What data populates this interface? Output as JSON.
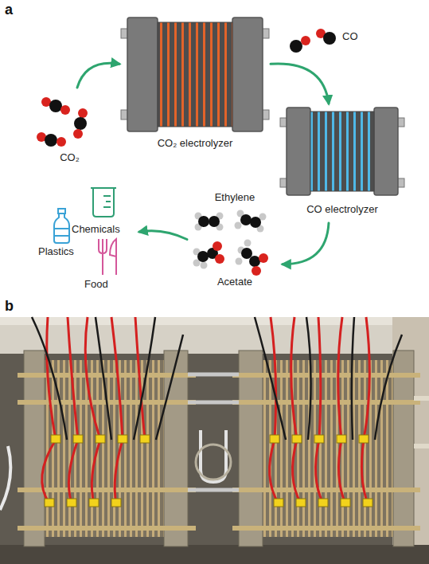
{
  "diagram": {
    "nodes": [
      {
        "text": [
          "CO₂"
        ]
      },
      {
        "text": [
          "CO₂ electrolyzer"
        ]
      },
      {
        "text": [
          "CO electrolyzer"
        ]
      },
      {
        "text": [
          "Ethylene",
          "Acetate"
        ]
      },
      {
        "text": [
          "Chemicals",
          "Plastics",
          "Food"
        ]
      }
    ],
    "edges": [
      {
        "from": 0,
        "to": 1,
        "arrow": "to"
      },
      {
        "from": 1,
        "to": 2,
        "label": "CO",
        "arrow": "to"
      },
      {
        "from": 2,
        "to": 3,
        "arrow": "to"
      },
      {
        "from": 3,
        "to": 4,
        "arrow": "to"
      }
    ],
    "labels": [
      "a",
      "b"
    ]
  }
}
